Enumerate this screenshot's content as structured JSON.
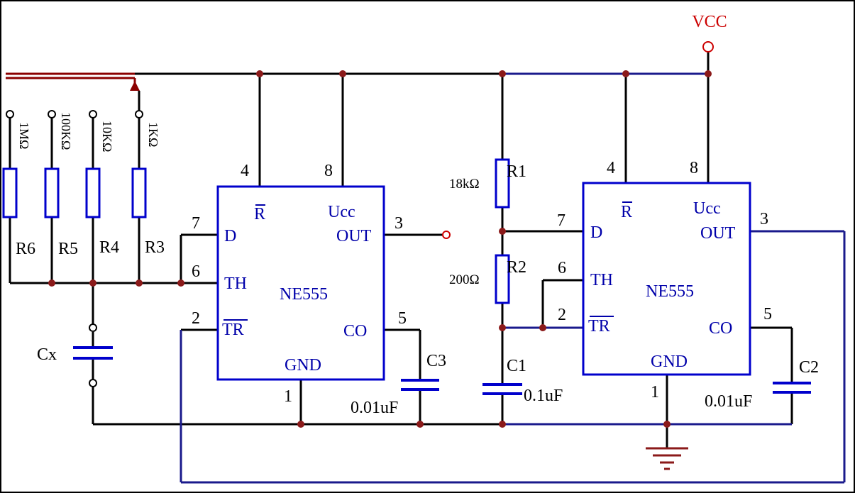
{
  "title": "",
  "supply": {
    "label": "VCC"
  },
  "ic1": {
    "name": "NE555",
    "pins": {
      "reset": "R",
      "ucc": "Ucc",
      "d": "D",
      "out": "OUT",
      "th": "TH",
      "tr": "TR",
      "co": "CO",
      "gnd": "GND"
    },
    "pin_numbers": {
      "reset": "4",
      "ucc": "8",
      "d": "7",
      "th": "6",
      "tr": "2",
      "out": "3",
      "co": "5",
      "gnd": "1"
    }
  },
  "ic2": {
    "name": "NE555",
    "pins": {
      "reset": "R",
      "ucc": "Ucc",
      "d": "D",
      "out": "OUT",
      "th": "TH",
      "tr": "TR",
      "co": "CO",
      "gnd": "GND"
    },
    "pin_numbers": {
      "reset": "4",
      "ucc": "8",
      "d": "7",
      "th": "6",
      "tr": "2",
      "out": "3",
      "co": "5",
      "gnd": "1"
    }
  },
  "resistors": {
    "r6": {
      "name": "R6",
      "value": "1MΩ"
    },
    "r5": {
      "name": "R5",
      "value": "100KΩ"
    },
    "r4": {
      "name": "R4",
      "value": "10KΩ"
    },
    "r3": {
      "name": "R3",
      "value": "1KΩ"
    },
    "r1": {
      "name": "R1",
      "value": "18kΩ"
    },
    "r2": {
      "name": "R2",
      "value": "200Ω"
    }
  },
  "capacitors": {
    "cx": {
      "name": "Cx"
    },
    "c3": {
      "name": "C3",
      "value": "0.01uF"
    },
    "c1": {
      "name": "C1",
      "value": "0.1uF"
    },
    "c2": {
      "name": "C2",
      "value": "0.01uF"
    }
  },
  "colors": {
    "wire": "#000000",
    "wire_blue": "#1a1a8c",
    "component": "#0000cc",
    "junction": "#8b1a1a",
    "vcc": "#cc0000",
    "selector": "#8b0000"
  }
}
